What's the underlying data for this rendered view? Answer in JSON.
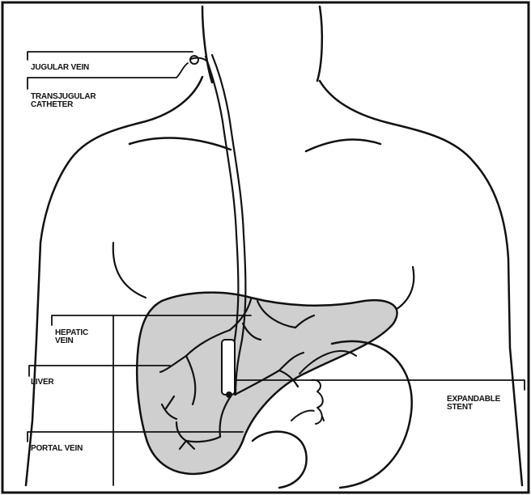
{
  "labels": {
    "jugular_vein": "JUGULAR VEIN",
    "transjugular_catheter_1": "TRANSJUGULAR",
    "transjugular_catheter_2": "CATHETER",
    "hepatic_vein_1": "HEPATIC",
    "hepatic_vein_2": "VEIN",
    "liver": "LIVER",
    "expandable_stent_1": "EXPANDABLE",
    "expandable_stent_2": "STENT",
    "portal_vein": "PORTAL VEIN"
  },
  "colors": {
    "liver_fill": "#cfcfcf",
    "ink": "#111111",
    "background": "#ffffff"
  }
}
